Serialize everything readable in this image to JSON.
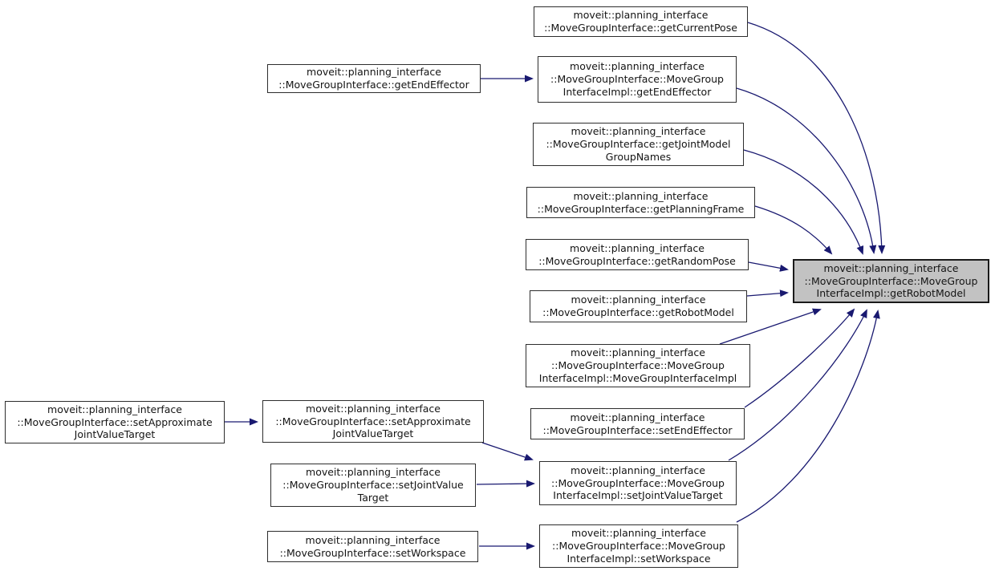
{
  "diagram": {
    "type": "doxygen-caller-graph",
    "colors": {
      "edge": "#191970",
      "node_border": "#2d2d2d",
      "node_fill": "#ffffff",
      "highlight_node_fill": "#c2c2c2",
      "background": "#ffffff"
    },
    "nodes": {
      "get_current_pose": {
        "label": "moveit::planning_interface\n::MoveGroupInterface::getCurrentPose"
      },
      "get_end_effector": {
        "label": "moveit::planning_interface\n::MoveGroupInterface::getEndEffector"
      },
      "impl_get_end_effector": {
        "label": "moveit::planning_interface\n::MoveGroupInterface::MoveGroup\nInterfaceImpl::getEndEffector"
      },
      "get_joint_model_group_names": {
        "label": "moveit::planning_interface\n::MoveGroupInterface::getJointModel\nGroupNames"
      },
      "get_planning_frame": {
        "label": "moveit::planning_interface\n::MoveGroupInterface::getPlanningFrame"
      },
      "get_random_pose": {
        "label": "moveit::planning_interface\n::MoveGroupInterface::getRandomPose"
      },
      "impl_get_robot_model": {
        "label": "moveit::planning_interface\n::MoveGroupInterface::MoveGroup\nInterfaceImpl::getRobotModel"
      },
      "get_robot_model": {
        "label": "moveit::planning_interface\n::MoveGroupInterface::getRobotModel"
      },
      "impl_constructor": {
        "label": "moveit::planning_interface\n::MoveGroupInterface::MoveGroup\nInterfaceImpl::MoveGroupInterfaceImpl"
      },
      "set_end_effector": {
        "label": "moveit::planning_interface\n::MoveGroupInterface::setEndEffector"
      },
      "set_approximate_joint_value_target_outer": {
        "label": "moveit::planning_interface\n::MoveGroupInterface::setApproximate\nJointValueTarget"
      },
      "set_approximate_joint_value_target": {
        "label": "moveit::planning_interface\n::MoveGroupInterface::setApproximate\nJointValueTarget"
      },
      "impl_set_joint_value_target": {
        "label": "moveit::planning_interface\n::MoveGroupInterface::MoveGroup\nInterfaceImpl::setJointValueTarget"
      },
      "set_joint_value_target": {
        "label": "moveit::planning_interface\n::MoveGroupInterface::setJointValue\nTarget"
      },
      "set_workspace": {
        "label": "moveit::planning_interface\n::MoveGroupInterface::setWorkspace"
      },
      "impl_set_workspace": {
        "label": "moveit::planning_interface\n::MoveGroupInterface::MoveGroup\nInterfaceImpl::setWorkspace"
      }
    }
  }
}
